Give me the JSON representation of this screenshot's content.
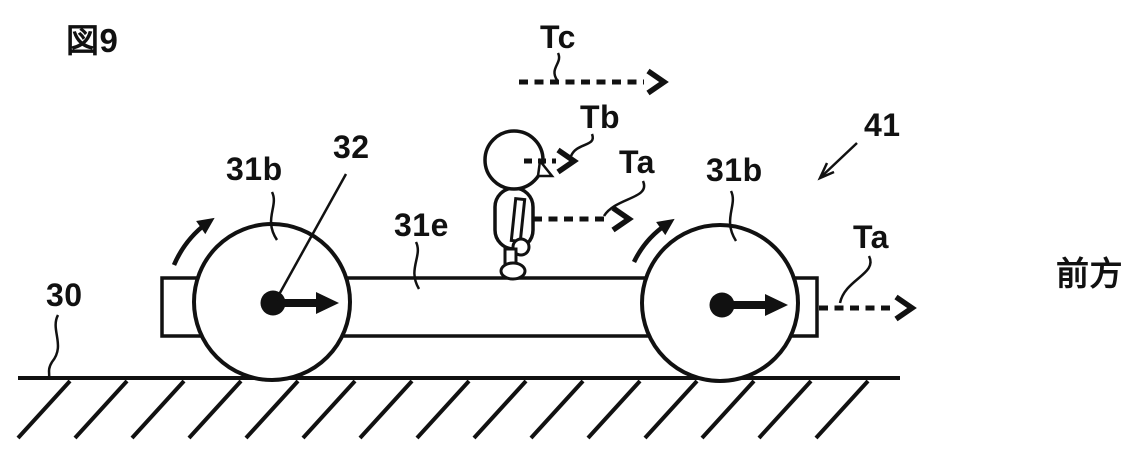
{
  "figure": {
    "id_label": "図9",
    "direction_label": "前方",
    "torque_labels": {
      "tc": "Tc",
      "tb": "Tb",
      "ta_body": "Ta",
      "ta_axle": "Ta"
    },
    "reference_numerals": {
      "ground": "30",
      "wheel_left": "31b",
      "wheel_right": "31b",
      "frame": "31e",
      "axle_center": "32",
      "vehicle": "41"
    },
    "colors": {
      "ink": "#111111",
      "background": "#ffffff"
    }
  }
}
